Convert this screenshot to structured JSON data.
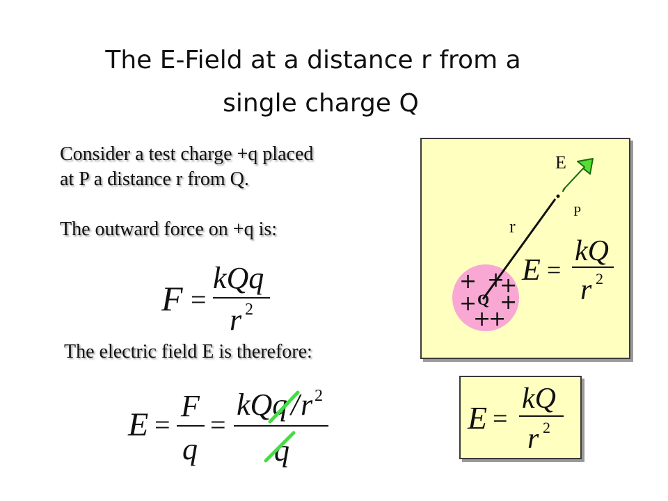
{
  "title": {
    "line1": "The E-Field at a distance r from a",
    "line2": "single charge Q"
  },
  "text": {
    "consider_line1": "Consider a test charge +q placed",
    "consider_line2": "at P a distance r from Q.",
    "outward": "The outward force on +q is:",
    "field": "The electric  field E is therefore:"
  },
  "formulas": {
    "E": "E",
    "F": "F",
    "equals": "=",
    "kQq": "kQq",
    "kQ": "kQ",
    "r": "r",
    "q": "q",
    "exp": "2",
    "slash": "/"
  },
  "diagram": {
    "label_E": "E",
    "label_P": "P",
    "label_r": "r",
    "label_Q": "Q",
    "plus": "+",
    "panel_color": "#ffffc0",
    "charge_color": "#f9a8d4",
    "arrow_color": "#55dd33",
    "strike_color": "#44dd44"
  }
}
